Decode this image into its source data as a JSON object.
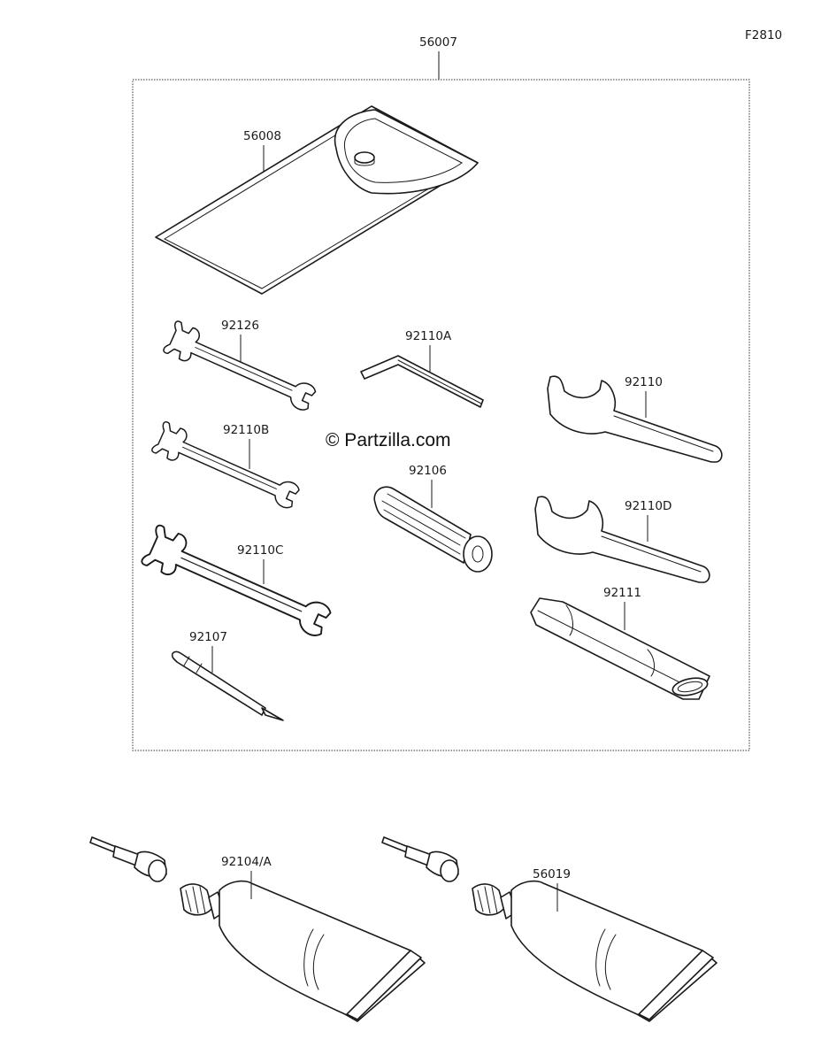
{
  "figure_id": "F2810",
  "watermark": "© Partzilla.com",
  "kit_group": {
    "part_number": "56007"
  },
  "parts": [
    {
      "part_number": "56008",
      "icon": "tool-pouch-icon"
    },
    {
      "part_number": "92126",
      "icon": "open-end-wrench-icon"
    },
    {
      "part_number": "92110A",
      "icon": "hex-key-icon"
    },
    {
      "part_number": "92110",
      "icon": "spanner-wrench-icon"
    },
    {
      "part_number": "92110B",
      "icon": "open-end-wrench-icon"
    },
    {
      "part_number": "92106",
      "icon": "screwdriver-grip-icon"
    },
    {
      "part_number": "92110C",
      "icon": "open-end-wrench-icon"
    },
    {
      "part_number": "92110D",
      "icon": "spanner-wrench-icon"
    },
    {
      "part_number": "92111",
      "icon": "extension-handle-icon"
    },
    {
      "part_number": "92107",
      "icon": "screwdriver-bit-icon"
    },
    {
      "part_number": "92104/A",
      "icon": "grease-tube-icon"
    },
    {
      "part_number": "56019",
      "icon": "grease-tube-icon"
    }
  ]
}
